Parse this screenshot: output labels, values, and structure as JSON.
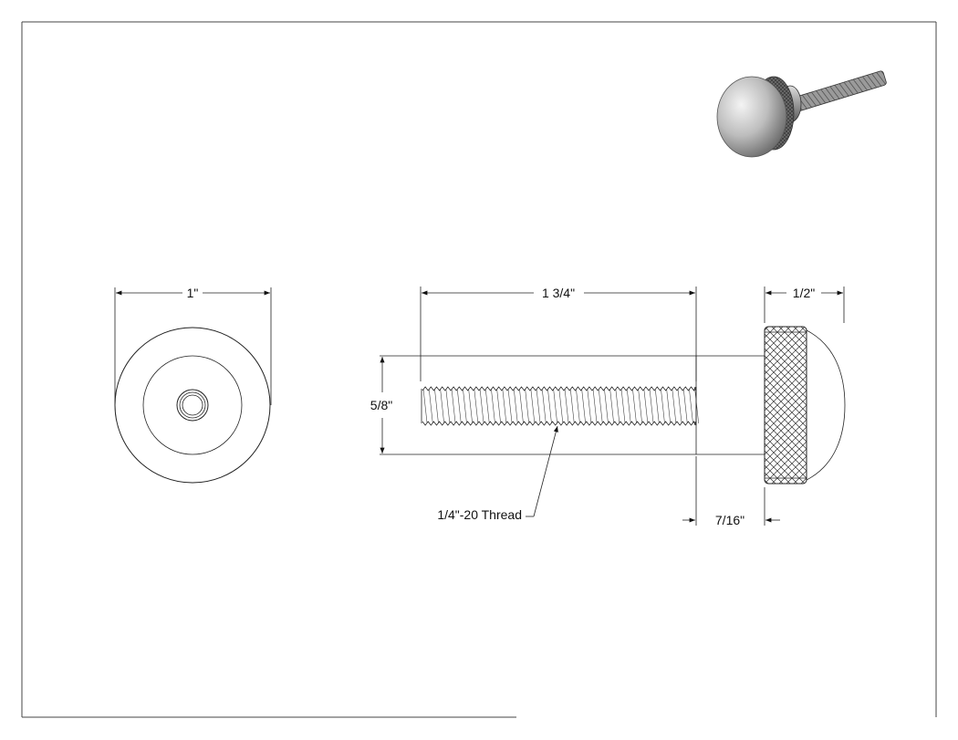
{
  "drawing": {
    "title": "Thumb screw technical drawing",
    "dimensions": {
      "front_diameter": "1\"",
      "thread_length": "1 3/4\"",
      "head_height": "5/8\"",
      "head_width": "1/2\"",
      "shoulder_length": "7/16\""
    },
    "callouts": {
      "thread": "1/4\"-20 Thread"
    },
    "icons": {
      "isometric_view": "thumb-screw-isometric-icon"
    }
  }
}
